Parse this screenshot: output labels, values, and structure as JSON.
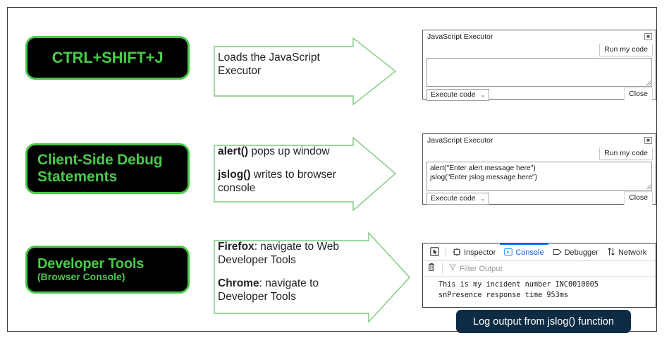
{
  "slide": {
    "accent_green": "#4ac94a",
    "callout_navy": "#0d2c44",
    "devtools_active_blue": "#0a84ff"
  },
  "rows": [
    {
      "pill": {
        "line1": "CTRL+SHIFT+J",
        "line2": ""
      },
      "arrow_text": [
        {
          "bold": "",
          "rest": "Loads the JavaScript Executor"
        }
      ]
    },
    {
      "pill": {
        "line1": "Client-Side Debug",
        "line2": "Statements"
      },
      "arrow_text": [
        {
          "bold": "alert()",
          "rest": " pops up window"
        },
        {
          "bold": "jslog()",
          "rest": " writes to browser console"
        }
      ]
    },
    {
      "pill": {
        "line1": "Developer Tools",
        "line2": "(Browser Console)"
      },
      "arrow_text": [
        {
          "bold": "Firefox",
          "rest": ": navigate to Web Developer Tools"
        },
        {
          "bold": "Chrome",
          "rest": ": navigate to Developer Tools"
        }
      ]
    }
  ],
  "executor_empty": {
    "title": "JavaScript Executor",
    "close_icon": "close-icon",
    "run_label": "Run my code",
    "code_line_1": "",
    "code_line_2": "",
    "select_label": "Execute code",
    "select_chevron": "⌄",
    "close_label": "Close"
  },
  "executor_filled": {
    "title": "JavaScript Executor",
    "close_icon": "close-icon",
    "run_label": "Run my code",
    "code_line_1": "alert(\"Enter alert message here\")",
    "code_line_2": "jslog(\"Enter jslog message here\")",
    "select_label": "Execute code",
    "select_chevron": "⌄",
    "close_label": "Close"
  },
  "devtools": {
    "tabs": [
      {
        "label": "",
        "icon": "element-picker-icon",
        "active": false
      },
      {
        "label": "Inspector",
        "icon": "inspector-icon",
        "active": false
      },
      {
        "label": "Console",
        "icon": "console-icon",
        "active": true
      },
      {
        "label": "Debugger",
        "icon": "debugger-icon",
        "active": false
      },
      {
        "label": "Network",
        "icon": "network-icon",
        "active": false
      }
    ],
    "toolbar": {
      "trash_icon": "trash-icon",
      "filter_icon": "filter-icon",
      "filter_placeholder": "Filter Output"
    },
    "console_rows": [
      "This is my incident number INC0010005",
      "snPresence response time 953ms"
    ]
  },
  "callout": {
    "text": "Log output from jslog() function"
  }
}
